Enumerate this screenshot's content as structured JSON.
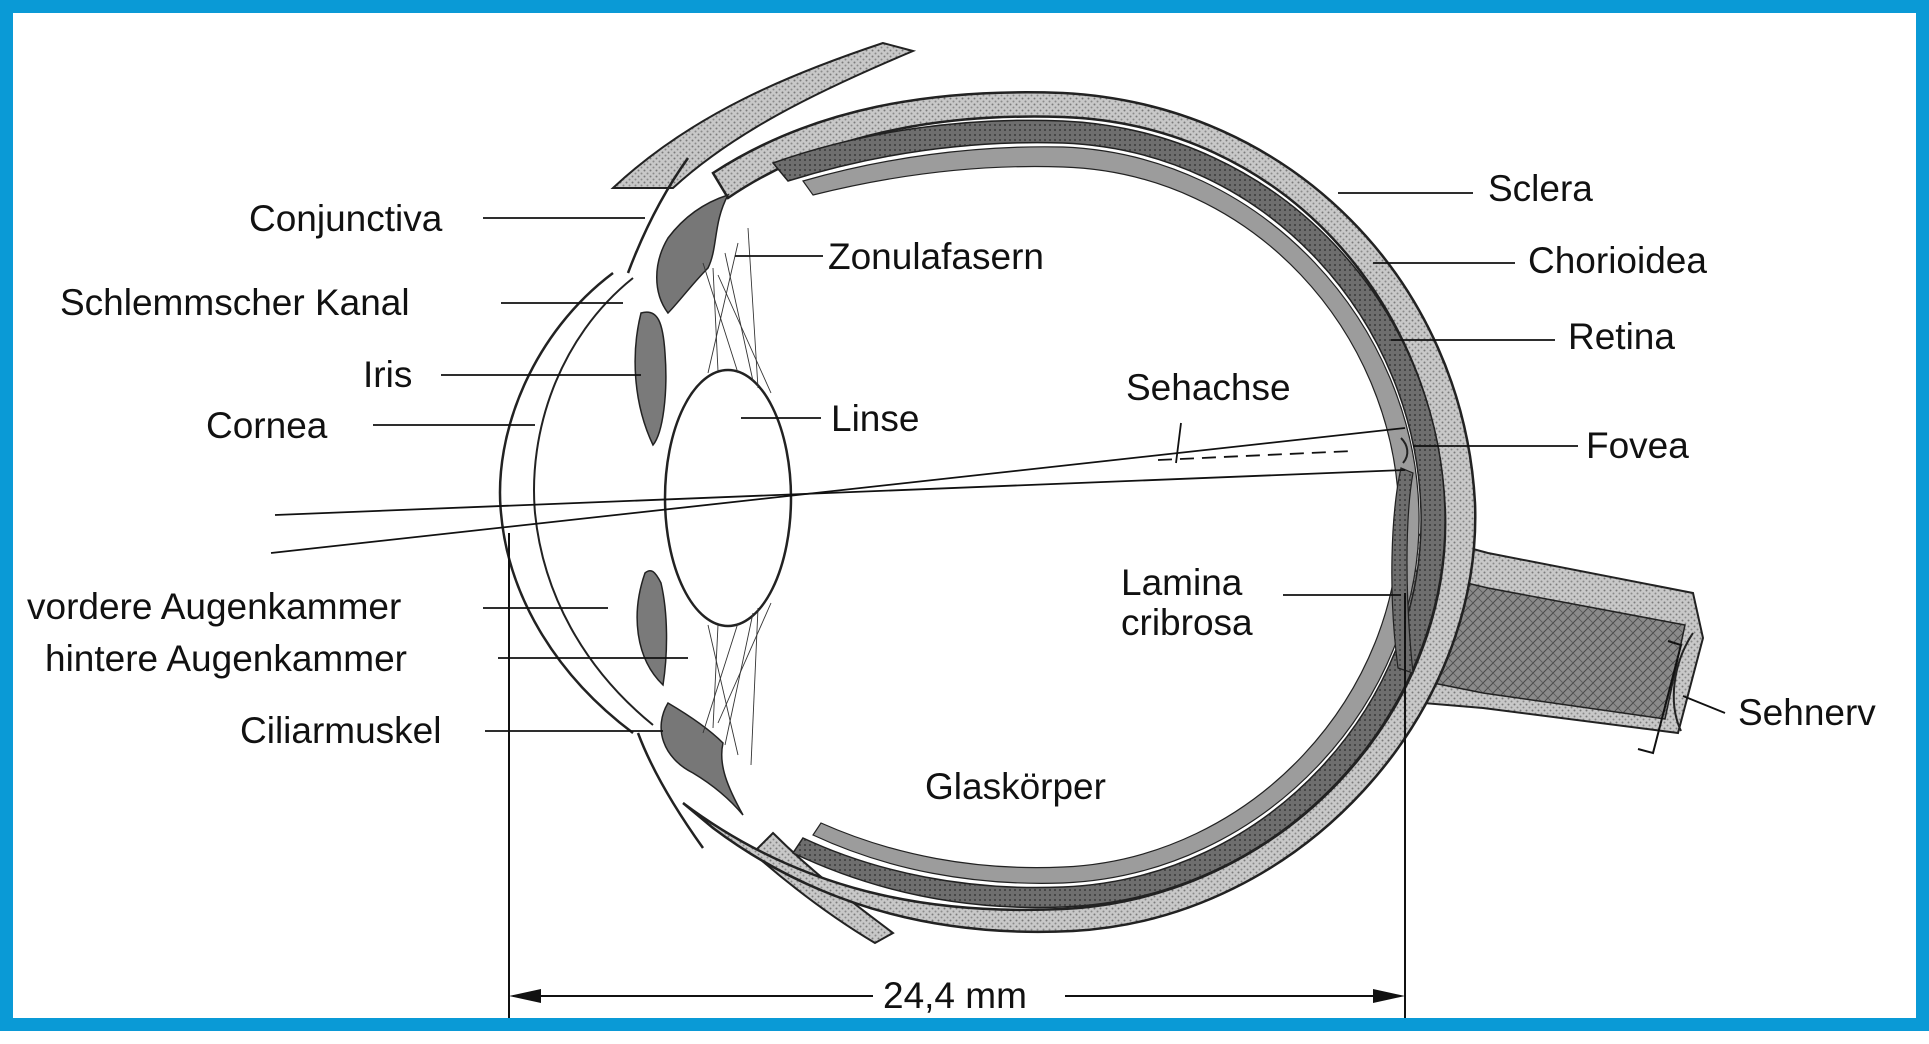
{
  "colors": {
    "frame": "#0a9ad6",
    "ink": "#111111",
    "sclera": "#b9b9b9",
    "choroid": "#6e6e6e",
    "retina": "#9a9a9a",
    "nerve": "#777777"
  },
  "labels": {
    "conjunctiva": "Conjunctiva",
    "schlemm": "Schlemmscher Kanal",
    "iris": "Iris",
    "cornea": "Cornea",
    "vordere": "vordere Augenkammer",
    "hintere": "hintere Augenkammer",
    "ciliar": "Ciliarmuskel",
    "zonula": "Zonulafasern",
    "linse": "Linse",
    "sehachse": "Sehachse",
    "sclera": "Sclera",
    "chorioidea": "Chorioidea",
    "retina": "Retina",
    "fovea": "Fovea",
    "lamina_1": "Lamina",
    "lamina_2": "cribrosa",
    "glaskoerper": "Glaskörper",
    "sehnerv": "Sehnerv",
    "dimension": "24,4 mm"
  }
}
